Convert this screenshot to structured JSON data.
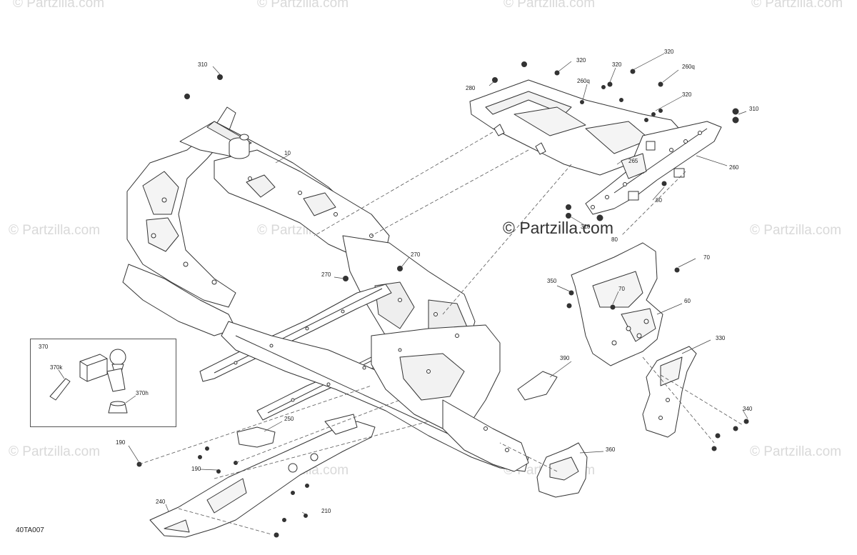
{
  "watermark": {
    "text": "© Partzilla.com",
    "center_text": "© Partzilla.com",
    "color": "#d9d9d9"
  },
  "figure_code": "40TA007",
  "part_labels": {
    "p10": "10",
    "p60": "60",
    "p70a": "70",
    "p70b": "70",
    "p80a": "80",
    "p80b": "80",
    "p190a": "190",
    "p190b": "190",
    "p210": "210",
    "p240": "240",
    "p250": "250",
    "p260": "260",
    "p260qa": "260q",
    "p260qb": "260q",
    "p265": "265",
    "p270a": "270",
    "p270b": "270",
    "p280": "280",
    "p310a": "310",
    "p310b": "310",
    "p310c": "310",
    "p320a": "320",
    "p320b": "320",
    "p320c": "320",
    "p320d": "320",
    "p330": "330",
    "p340": "340",
    "p350": "350",
    "p360": "360",
    "p370": "370",
    "p370k": "370k",
    "p370h": "370h",
    "p390": "390"
  }
}
